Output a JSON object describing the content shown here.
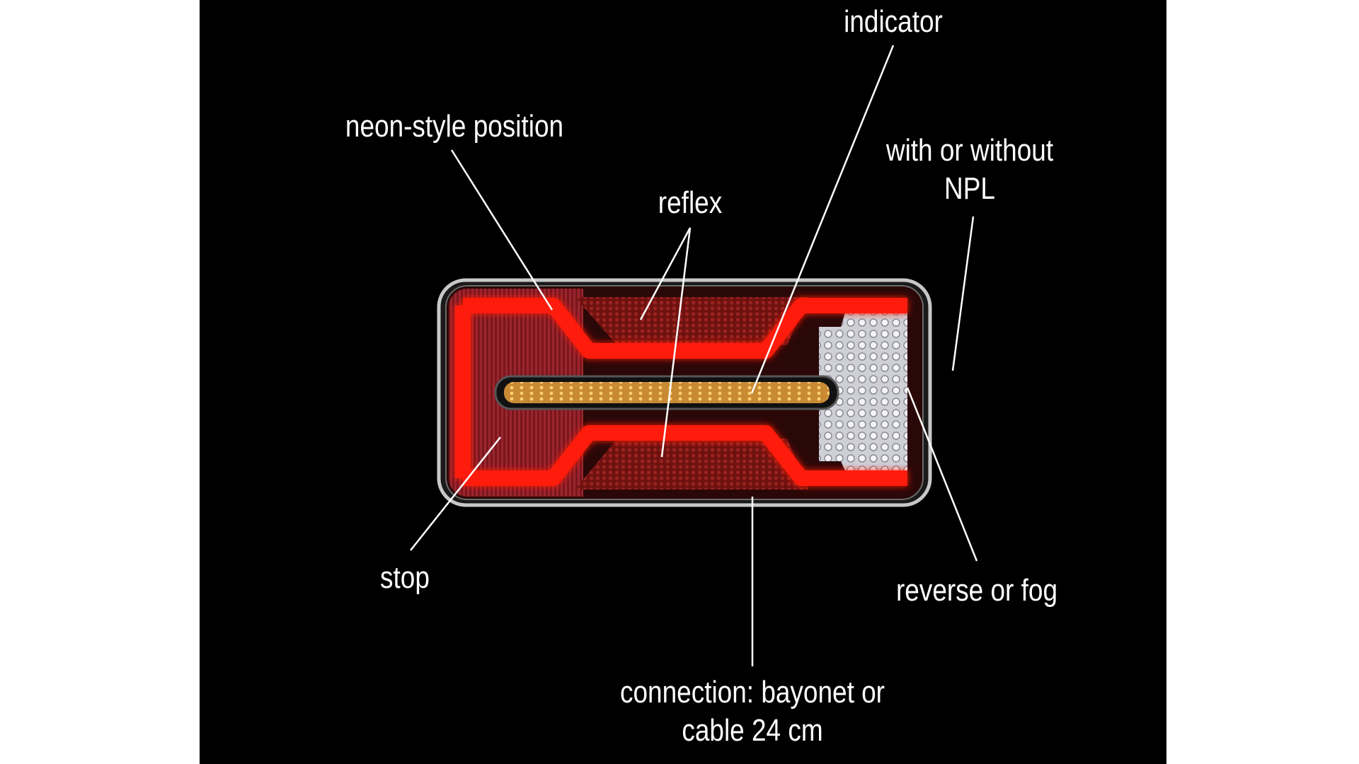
{
  "colors": {
    "background": "#000000",
    "page_margin": "#ffffff",
    "label_text": "#ffffff",
    "leader_line": "#ffffff",
    "neon_position": "#ff1a0e",
    "reflex": "#7a1512",
    "stop_lens": "#8c1b20",
    "indicator": "#f0a030",
    "reverse_fog": "#e8e8ec",
    "housing": "#c8c8c8"
  },
  "labels": {
    "indicator": "indicator",
    "neon_position": "neon-style position",
    "with_or_without_npl": [
      "with or without",
      "NPL"
    ],
    "reflex": "reflex",
    "stop": "stop",
    "reverse_or_fog": "reverse or fog",
    "connection": [
      "connection: bayonet or",
      "cable 24 cm"
    ]
  }
}
